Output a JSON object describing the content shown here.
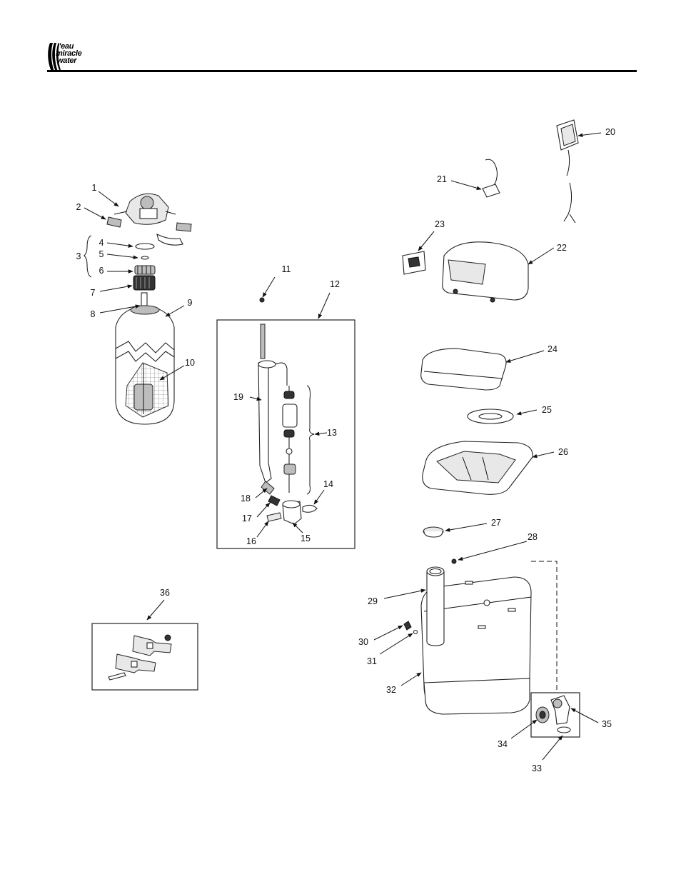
{
  "brand": {
    "line1": "l'eau",
    "line2": "miracle",
    "line3": "water"
  },
  "callouts": {
    "c1": "1",
    "c2": "2",
    "c3": "3",
    "c4": "4",
    "c5": "5",
    "c6": "6",
    "c7": "7",
    "c8": "8",
    "c9": "9",
    "c10": "10",
    "c11": "11",
    "c12": "12",
    "c13": "13",
    "c14": "14",
    "c15": "15",
    "c16": "16",
    "c17": "17",
    "c18": "18",
    "c19": "19",
    "c20": "20",
    "c21": "21",
    "c22": "22",
    "c23": "23",
    "c24": "24",
    "c25": "25",
    "c26": "26",
    "c27": "27",
    "c28": "28",
    "c29": "29",
    "c30": "30",
    "c31": "31",
    "c32": "32",
    "c33": "33",
    "c34": "34",
    "c35": "35",
    "c36": "36"
  },
  "icons": {
    "logo": "wave-logo-icon",
    "arrow": "leader-arrow-icon"
  }
}
